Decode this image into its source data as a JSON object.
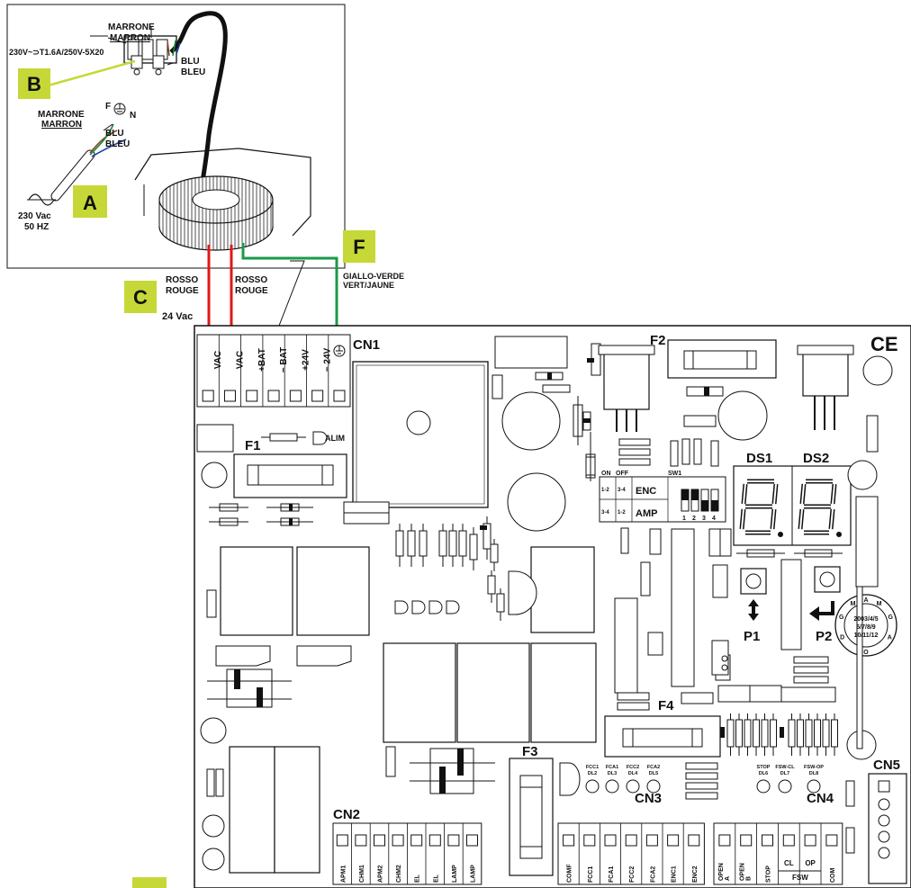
{
  "callouts": {
    "A": "A",
    "B": "B",
    "C": "C",
    "F": "F"
  },
  "callout_color": "#c6d837",
  "wires": {
    "brown_it": "MARRONE",
    "brown_fr": "MARRON",
    "blue_it": "BLU",
    "blue_fr": "BLEU",
    "earth_f": "F",
    "earth_n": "N",
    "red_it": "ROSSO",
    "red_fr": "ROUGE",
    "gv_it": "GIALLO-VERDE",
    "gv_fr": "VERT/JAUNE",
    "fuse_spec": "230V~⊃T1.6A/250V-5X20",
    "mains_v": "230 Vac",
    "mains_hz": "50 HZ",
    "secondary": "24 Vac"
  },
  "board": {
    "cn1": "CN1",
    "cn2": "CN2",
    "cn3": "CN3",
    "cn4": "CN4",
    "cn5": "CN5",
    "f1": "F1",
    "f2": "F2",
    "f3": "F3",
    "f4": "F4",
    "p1": "P1",
    "p2": "P2",
    "ds1": "DS1",
    "ds2": "DS2",
    "alim": "ALIM",
    "ce": "CE",
    "sw1": "SW1",
    "on": "ON",
    "off": "OFF",
    "enc": "ENC",
    "amp": "AMP",
    "sw12": "1-2",
    "sw34": "3-4",
    "sw_nums": [
      "1",
      "2",
      "3",
      "4"
    ],
    "display": "8.8.",
    "led_labels": [
      {
        "t": "FCC1",
        "b": "DL2"
      },
      {
        "t": "FCA1",
        "b": "DL3"
      },
      {
        "t": "FCC2",
        "b": "DL4"
      },
      {
        "t": "FCA2",
        "b": "DL5"
      },
      {
        "t": "STOP",
        "b": "DL6"
      },
      {
        "t": "FSW-CL",
        "b": "DL7"
      },
      {
        "t": "FSW-OP",
        "b": "DL8"
      }
    ],
    "dial": {
      "center": "2003/4/5\n6/7/8/9\n10/11/12",
      "letters": [
        "D",
        "G",
        "M",
        "A",
        "M",
        "G",
        "A",
        "O"
      ]
    },
    "cn1_pins": [
      "VAC",
      "VAC",
      "+BAT",
      "− BAT",
      "+24V",
      "− 24V",
      "⏚"
    ],
    "cn2_pins": [
      "APM1",
      "CHM1",
      "APM2",
      "CHM2",
      "EL",
      "EL",
      "LAMP",
      "LAMP"
    ],
    "cn3_pins": [
      "COMF",
      "FCC1",
      "FCA1",
      "FCC2",
      "FCA2",
      "ENC1",
      "ENC2"
    ],
    "cn4_pins": [
      "OPEN A",
      "OPEN B",
      "STOP",
      "CL",
      "OP",
      "COM"
    ],
    "fsw": "FSW"
  }
}
